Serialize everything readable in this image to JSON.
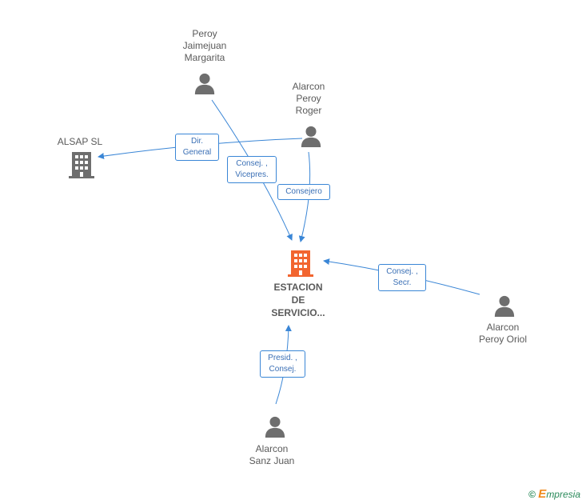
{
  "nodes": {
    "peroy_jaimejuan": {
      "label": "Peroy\nJaimejuan\nMargarita",
      "type": "person"
    },
    "alarcon_peroy_roger": {
      "label": "Alarcon\nPeroy\nRoger",
      "type": "person"
    },
    "alsap": {
      "label": "ALSAP SL",
      "type": "company"
    },
    "estacion": {
      "label": "ESTACION\nDE\nSERVICIO...",
      "type": "company-main"
    },
    "alarcon_peroy_oriol": {
      "label": "Alarcon\nPeroy Oriol",
      "type": "person"
    },
    "alarcon_sanz_juan": {
      "label": "Alarcon\nSanz Juan",
      "type": "person"
    }
  },
  "edges": {
    "roger_alsap": "Dir.\nGeneral",
    "margarita_estacion": "Consej. ,\nVicepres.",
    "roger_estacion": "Consejero",
    "oriol_estacion": "Consej. ,\nSecr.",
    "juan_estacion": "Presid. ,\nConsej."
  },
  "colors": {
    "edge": "#3a86d6",
    "person_icon": "#6e6e6e",
    "company_icon": "#6e6e6e",
    "main_company_icon": "#f2652f"
  },
  "footer": {
    "copyright": "©",
    "brand_initial": "E",
    "brand_rest": "mpresia"
  }
}
